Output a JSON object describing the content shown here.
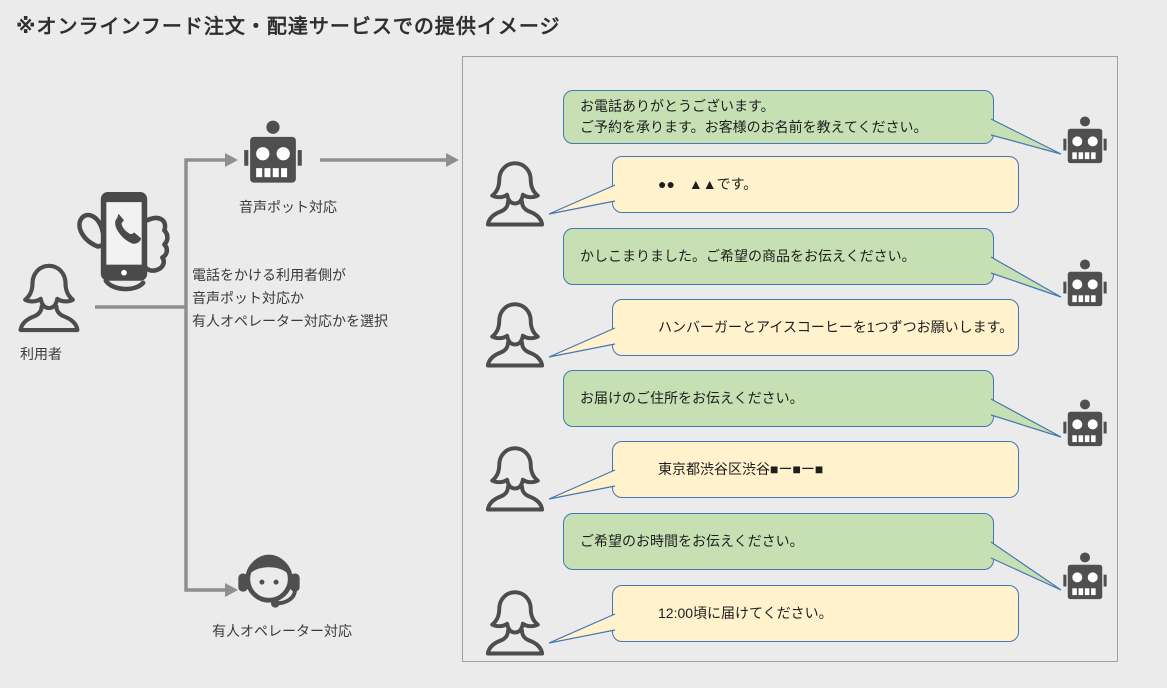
{
  "page": {
    "title": "※オンラインフード注文・配達サービスでの提供イメージ"
  },
  "colors": {
    "background": "#ebebeb",
    "bot_bubble": "#c6e0b4",
    "user_bubble": "#fff2cc",
    "bubble_border": "#4576b5",
    "icon_dark": "#4f4f4f",
    "arrow_gray": "#8f8f8f",
    "panel_border": "#a0a0a0"
  },
  "flow": {
    "user_label": "利用者",
    "voice_bot_label": "音声ポット対応",
    "operator_label": "有人オペレーター対応",
    "note_lines": [
      "電話をかける利用者側が",
      "音声ポット対応か",
      "有人オペレーター対応かを選択"
    ],
    "icons": {
      "caller": "phone-in-hand-icon",
      "user": "person-outline-icon",
      "voice_bot": "robot-icon",
      "operator": "operator-headset-icon"
    }
  },
  "chat": {
    "messages": [
      {
        "sender": "bot",
        "lines": [
          "お電話ありがとうございます。",
          "ご予約を承ります。お客様のお名前を教えてください。"
        ]
      },
      {
        "sender": "user",
        "lines": [
          "●●　▲▲です。"
        ]
      },
      {
        "sender": "bot",
        "lines": [
          "かしこまりました。ご希望の商品をお伝えください。"
        ]
      },
      {
        "sender": "user",
        "lines": [
          "ハンバーガーとアイスコーヒーを1つずつお願いします。"
        ]
      },
      {
        "sender": "bot",
        "lines": [
          "お届けのご住所をお伝えください。"
        ]
      },
      {
        "sender": "user",
        "lines": [
          "東京都渋谷区渋谷■ー■ー■"
        ]
      },
      {
        "sender": "bot",
        "lines": [
          "ご希望のお時間をお伝えください。"
        ]
      },
      {
        "sender": "user",
        "lines": [
          "12:00頃に届けてください。"
        ]
      }
    ]
  }
}
